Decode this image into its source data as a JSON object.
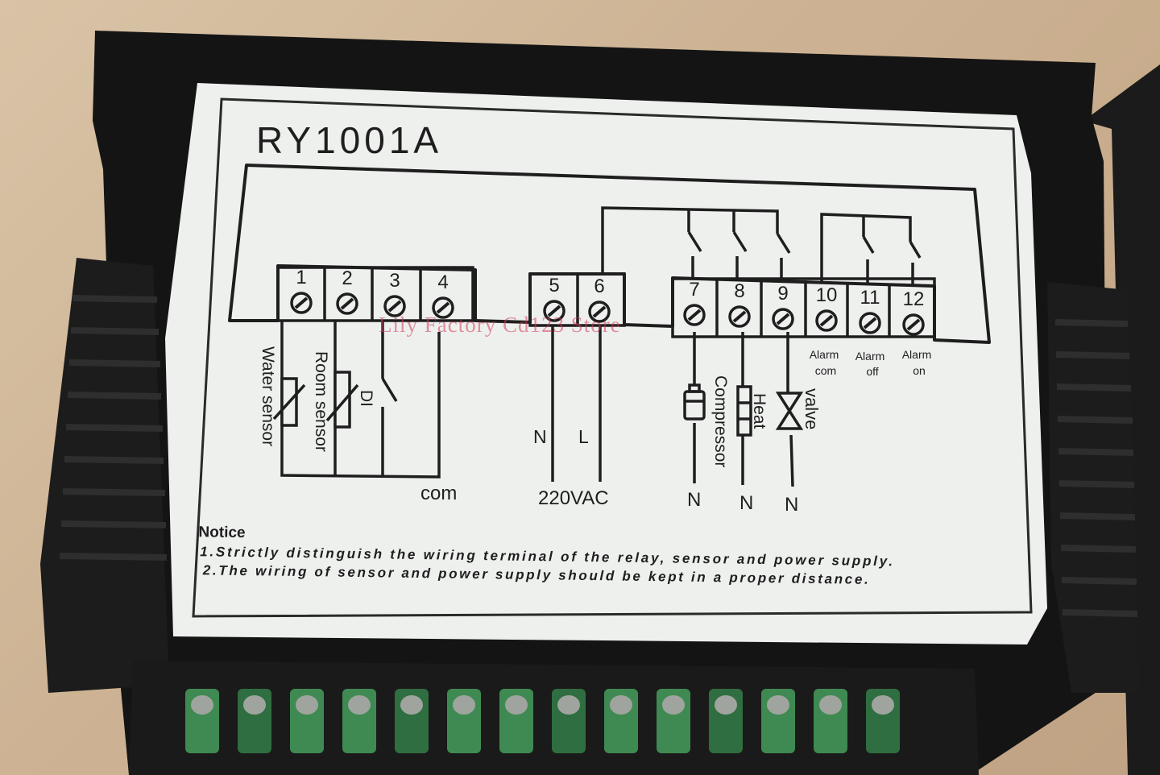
{
  "model": "RY1001A",
  "watermark": "Lily Factory Cd123 Store",
  "terminals": [
    "1",
    "2",
    "3",
    "4",
    "5",
    "6",
    "7",
    "8",
    "9",
    "10",
    "11",
    "12"
  ],
  "sensor_labels": {
    "water": "Water sensor",
    "room": "Room sensor",
    "di": "DI",
    "com": "com"
  },
  "power": {
    "n": "N",
    "l": "L",
    "voltage": "220VAC"
  },
  "loads": {
    "compressor": "Compressor",
    "heat": "Heat",
    "valve": "valve",
    "neutral": "N"
  },
  "alarm": {
    "com": [
      "Alarm",
      "com"
    ],
    "off": [
      "Alarm",
      "off"
    ],
    "on": [
      "Alarm",
      "on"
    ]
  },
  "notice": {
    "title": "Notice",
    "line1": "1.Strictly distinguish the wiring terminal of the relay, sensor and power supply.",
    "line2": "2.The wiring of sensor and power supply should be kept in a proper distance."
  },
  "colors": {
    "housing": "#151515",
    "label_bg": "#eef0ee",
    "ink": "#1e1e1e",
    "terminal_green": "#3f8a52",
    "watermark": "#d23c5a"
  }
}
